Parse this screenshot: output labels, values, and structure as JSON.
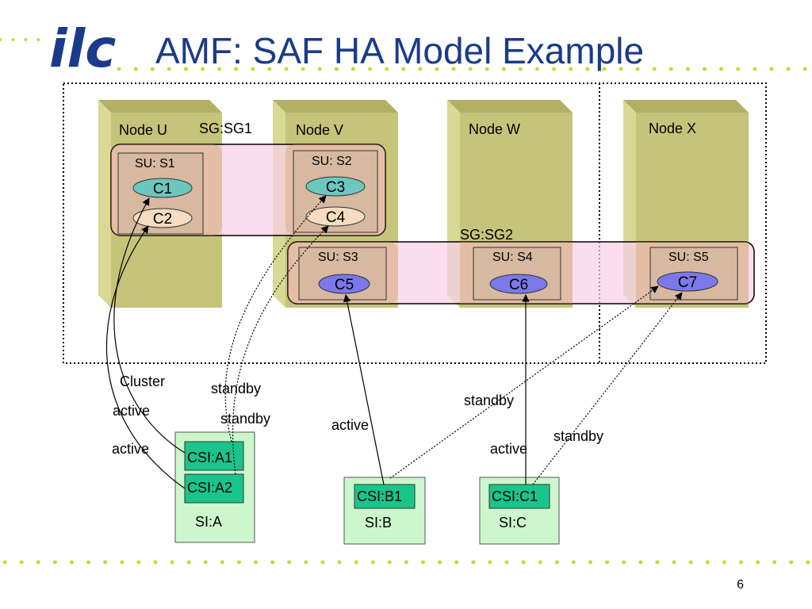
{
  "title": "AMF: SAF HA Model Example",
  "logo_text": "ilc",
  "page_number": "6",
  "nodes": [
    {
      "label": "Node U"
    },
    {
      "label": "Node V"
    },
    {
      "label": "Node W"
    },
    {
      "label": "Node X"
    }
  ],
  "service_groups": [
    {
      "label": "SG:SG1"
    },
    {
      "label": "SG:SG2"
    }
  ],
  "service_units": [
    {
      "label": "SU: S1"
    },
    {
      "label": "SU: S2"
    },
    {
      "label": "SU: S3"
    },
    {
      "label": "SU: S4"
    },
    {
      "label": "SU: S5"
    }
  ],
  "components": [
    {
      "label": "C1"
    },
    {
      "label": "C2"
    },
    {
      "label": "C3"
    },
    {
      "label": "C4"
    },
    {
      "label": "C5"
    },
    {
      "label": "C6"
    },
    {
      "label": "C7"
    }
  ],
  "cluster_label": "Cluster",
  "service_instances": [
    {
      "label": "SI:A",
      "csis": [
        "CSI:A1",
        "CSI:A2"
      ]
    },
    {
      "label": "SI:B",
      "csis": [
        "CSI:B1"
      ]
    },
    {
      "label": "SI:C",
      "csis": [
        "CSI:C1"
      ]
    }
  ],
  "assignments": [
    {
      "label": "active"
    },
    {
      "label": "active"
    },
    {
      "label": "standby"
    },
    {
      "label": "standby"
    },
    {
      "label": "active"
    },
    {
      "label": "standby"
    },
    {
      "label": "active"
    },
    {
      "label": "standby"
    }
  ],
  "colors": {
    "title": "#1b3a8c",
    "node_front": "#c5c47a",
    "node_top": "#b1b064",
    "node_side": "#d9d895",
    "sg_band": "#f8d0e8",
    "su_fill": "#d6b9a0",
    "comp_teal": "#6cc7c0",
    "comp_peach": "#f6dcc0",
    "comp_blue": "#7b78ea",
    "si_fill": "#ccf7cc",
    "csi_fill": "#19c58a",
    "dots": "#c8da3a"
  }
}
